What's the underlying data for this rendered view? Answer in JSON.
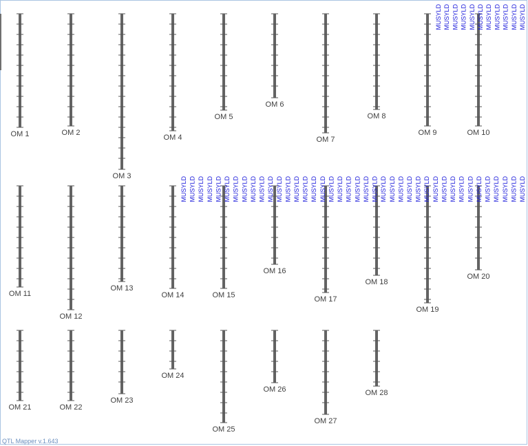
{
  "app": {
    "version": "QTL Mapper v.1.643"
  },
  "colors": {
    "chromosome": "#636363",
    "tick": "#555555",
    "label": "#3f3f3f",
    "qtl": "#1a1adb",
    "border": "#a9c4e2",
    "version": "#6a8fbf"
  },
  "chromosomes": [
    {
      "label": "OM 1",
      "length": 1.0
    },
    {
      "label": "OM 2",
      "length": 0.99
    },
    {
      "label": "OM 3",
      "length": 1.37
    },
    {
      "label": "OM 4",
      "length": 1.03
    },
    {
      "label": "OM 5",
      "length": 0.85
    },
    {
      "label": "OM 6",
      "length": 0.74
    },
    {
      "label": "OM 7",
      "length": 1.05
    },
    {
      "label": "OM 8",
      "length": 0.84
    },
    {
      "label": "OM 9",
      "length": 0.99
    },
    {
      "label": "OM 10",
      "length": 0.99
    },
    {
      "label": "OM 11",
      "length": 0.89
    },
    {
      "label": "OM 12",
      "length": 1.09
    },
    {
      "label": "OM 13",
      "length": 0.84
    },
    {
      "label": "OM 14",
      "length": 0.9
    },
    {
      "label": "OM 15",
      "length": 0.9
    },
    {
      "label": "OM 16",
      "length": 0.69
    },
    {
      "label": "OM 17",
      "length": 0.94
    },
    {
      "label": "OM 18",
      "length": 0.79
    },
    {
      "label": "OM 19",
      "length": 1.03
    },
    {
      "label": "OM 20",
      "length": 0.74
    },
    {
      "label": "OM 21",
      "length": 0.62
    },
    {
      "label": "OM 22",
      "length": 0.62
    },
    {
      "label": "OM 23",
      "length": 0.56
    },
    {
      "label": "OM 24",
      "length": 0.34
    },
    {
      "label": "OM 25",
      "length": 0.81
    },
    {
      "label": "OM 26",
      "length": 0.46
    },
    {
      "label": "OM 27",
      "length": 0.74
    },
    {
      "label": "OM 28",
      "length": 0.49
    }
  ],
  "qtl_groups": [
    {
      "chromosome": "OM 9",
      "labels": [
        "MUSYLD",
        "MUSYLD",
        "MUSYLD",
        "MUSYLD",
        "MUSYLD",
        "MUSYLD",
        "MUSYLD",
        "MUSYLD",
        "MUSYLD",
        "MUSYLD",
        "MUSYLD"
      ]
    },
    {
      "chromosome": "OM 14",
      "labels": [
        "MUSYLD",
        "MUSYLD",
        "MUSYLD",
        "MUSYLD",
        "MUSYLD",
        "MUSYLD",
        "MUSYLD",
        "MUSYLD",
        "MUSYLD",
        "MUSYLD",
        "MUSYLD",
        "MUSYLD",
        "MUSYLD",
        "MUSYLD",
        "MUSYLD",
        "MUSYLD",
        "MUSYLD",
        "MUSYLD",
        "MUSYLD",
        "MUSYLD",
        "MUSYLD",
        "MUSYLD",
        "MUSYLD",
        "MUSYLD",
        "MUSYLD",
        "MUSYLD",
        "MUSYLD",
        "MUSYLD",
        "MUSYLD",
        "MUSYLD",
        "MUSYLD",
        "MUSYLD",
        "MUSYLD",
        "MUSYLD",
        "MUSYLD",
        "MUSYLD",
        "MUSYLD",
        "MUSYLD",
        "MUSYLD",
        "MUSYLD"
      ]
    }
  ]
}
